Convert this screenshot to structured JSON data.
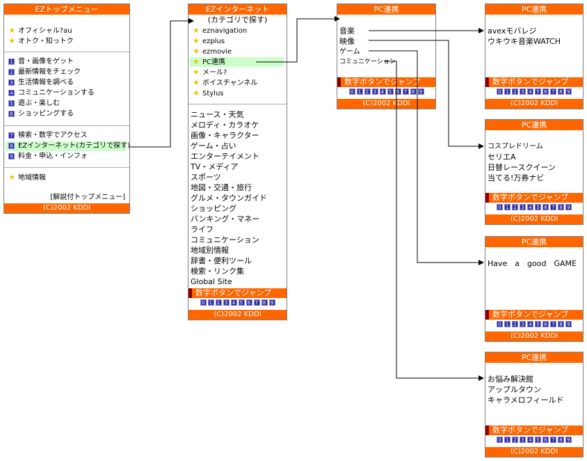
{
  "screen1": {
    "title": "EZトップメニュー",
    "top_items": [
      "オフィシャル?au",
      "オトク・知っトク"
    ],
    "numbered_items": [
      {
        "num": "1",
        "label": "音・画像をゲット"
      },
      {
        "num": "2",
        "label": "最新情報をチェック"
      },
      {
        "num": "3",
        "label": "生活情報を調べる"
      },
      {
        "num": "4",
        "label": "コミュニケーションする"
      },
      {
        "num": "5",
        "label": "遊ぶ・楽しむ"
      },
      {
        "num": "6",
        "label": "ショッピングする"
      }
    ],
    "numbered_items2": [
      {
        "num": "7",
        "label": "検索・数字でアクセス"
      },
      {
        "num": "8",
        "label": "EZインターネット(カテゴリで探す)"
      },
      {
        "num": "9",
        "label": "料金・申込・インフォ"
      }
    ],
    "region_item": "地域情報",
    "guide_link": "[解説付トップメニュー]",
    "footer": "(C)2002 KDDI"
  },
  "screen2": {
    "title": "EZインターネット",
    "subtitle": "(カテゴリで探す)",
    "star_items": [
      "eznavigation",
      "ezplus",
      "ezmovie",
      "PC連携",
      "メール?",
      "ボイスチャンネル",
      "Stylus"
    ],
    "categories": [
      "ニュース・天気",
      "メロディ・カラオケ",
      "画像・キャラクター",
      "ゲーム・占い",
      "エンターテイメント",
      "TV・メディア",
      "スポーツ",
      "地図・交通・旅行",
      "グルメ・タウンガイド",
      "ショッピング",
      "バンキング・マネー",
      "ライフ",
      "コミュニケーション",
      "地域別情報",
      "辞書・便利ツール",
      "検索・リンク集",
      "Global Site"
    ],
    "jump_label": "数字ボタンでジャンプ",
    "footer": "(C)2002 KDDI"
  },
  "screen3": {
    "title": "PC連携",
    "items": [
      "音楽",
      "映像",
      "ゲーム",
      "コミュニケーション"
    ],
    "jump_label": "数字ボタンでジャンプ",
    "footer": "(C)2002 KDDI"
  },
  "screen4": {
    "title": "PC連携",
    "items": [
      "avexモバレジ",
      "ウキウキ音楽WATCH"
    ],
    "jump_label": "数字ボタンでジャンプ",
    "footer": "(C)2002 KDDI"
  },
  "screen5": {
    "title": "PC連携",
    "items": [
      "コスプレドリーム",
      "セリエA",
      "日替レースクイーン",
      "当てる!万券ナビ"
    ],
    "jump_label": "数字ボタンでジャンプ",
    "footer": "(C)2002 KDDI"
  },
  "screen6": {
    "title": "PC連携",
    "items": [
      "Have　a　good　GAME"
    ],
    "jump_label": "数字ボタンでジャンプ",
    "footer": "(C)2002 KDDI"
  },
  "screen7": {
    "title": "PC連携",
    "items": [
      "お悩み解決館",
      "アップルタウン",
      "キャラメロフィールド"
    ],
    "jump_label": "数字ボタンでジャンプ",
    "footer": "(C)2002 KDDI"
  },
  "keypad": [
    "0",
    "1",
    "2",
    "3",
    "4",
    "5",
    "6",
    "7",
    "8",
    "9"
  ],
  "colors": {
    "header": "#ff6600",
    "highlight": "#ccffcc",
    "number_badge": "#2a2aa0",
    "star": "#e8c400"
  }
}
